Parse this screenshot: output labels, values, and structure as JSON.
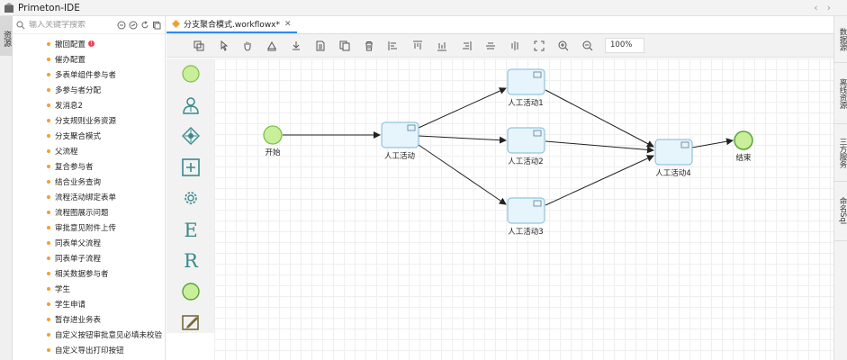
{
  "app": {
    "title": "Primeton-IDE"
  },
  "left_rail": {
    "tab": "资源"
  },
  "resource_panel": {
    "search_placeholder": "输入关键字搜索",
    "items": [
      {
        "label": "撤回配置",
        "error": true
      },
      {
        "label": "催办配置"
      },
      {
        "label": "多表单组件参与者"
      },
      {
        "label": "多参与者分配"
      },
      {
        "label": "发消息2"
      },
      {
        "label": "分支规则业务资源"
      },
      {
        "label": "分支聚合模式"
      },
      {
        "label": "父流程"
      },
      {
        "label": "复合参与者"
      },
      {
        "label": "结合业务查询"
      },
      {
        "label": "流程活动绑定表单"
      },
      {
        "label": "流程图展示问题"
      },
      {
        "label": "审批意见附件上传"
      },
      {
        "label": "同表单父流程"
      },
      {
        "label": "同表单子流程"
      },
      {
        "label": "相关数据参与者"
      },
      {
        "label": "学生"
      },
      {
        "label": "学生申请"
      },
      {
        "label": "暂存进业务表"
      },
      {
        "label": "自定义按钮审批意见必填未校验"
      },
      {
        "label": "自定义导出打印按钮"
      }
    ]
  },
  "editor": {
    "tab_label": "分支聚合模式.workflowx*",
    "zoom": "100%"
  },
  "diagram": {
    "nodes": {
      "start": "开始",
      "a0": "人工活动",
      "a1": "人工活动1",
      "a2": "人工活动2",
      "a3": "人工活动3",
      "a4": "人工活动4",
      "end": "结束"
    }
  },
  "right_rail": {
    "tabs": [
      "数据源",
      "离线资源",
      "三方服务",
      "命名SqI"
    ]
  },
  "colors": {
    "accent": "#2d8cf0",
    "event_fill": "#c9ef9a",
    "activity_fill": "#e6f4fb",
    "activity_stroke": "#7fb6d6"
  }
}
